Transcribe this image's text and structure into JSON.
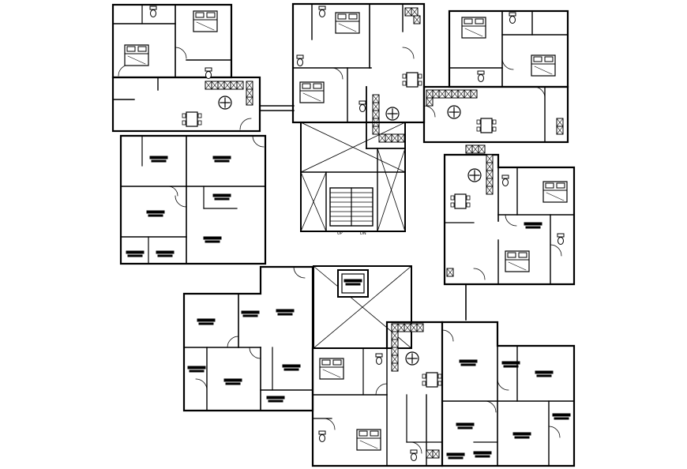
{
  "drawing": {
    "type": "architectural floor plan",
    "line_color": "#000000",
    "background_color": "#ffffff",
    "stair_labels": {
      "up": "UP",
      "down": "DN"
    }
  },
  "icons": [
    "bed-icon",
    "toilet-icon",
    "dining-table-icon",
    "kitchen-counter-icon",
    "stove-icon",
    "sink-icon"
  ]
}
